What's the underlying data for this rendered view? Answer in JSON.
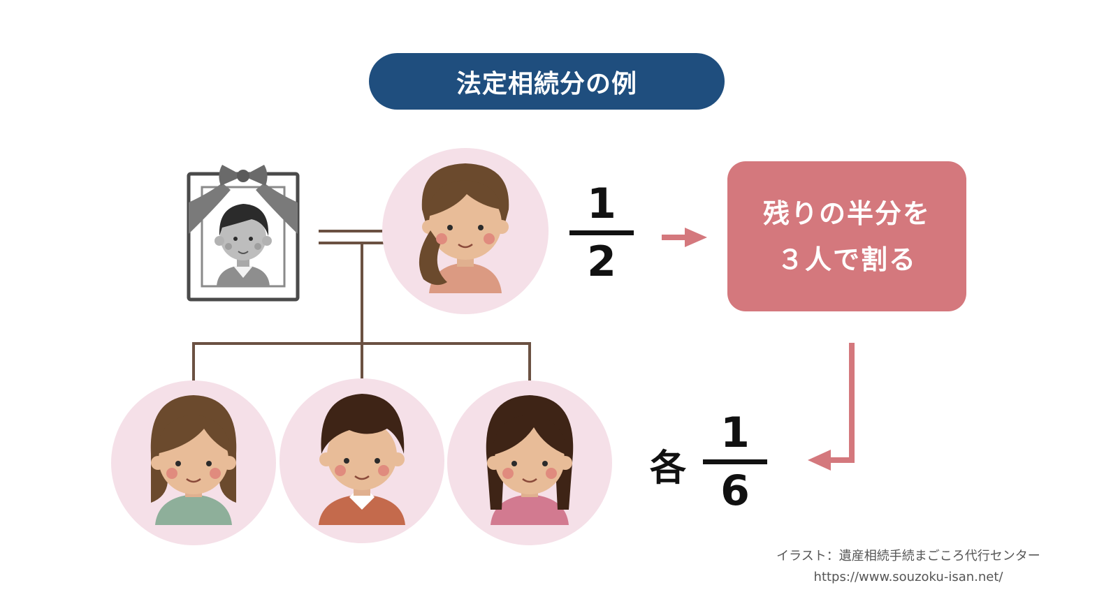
{
  "title": "法定相続分の例",
  "spouse_share": {
    "numerator": "1",
    "denominator": "2"
  },
  "note": {
    "line1": "残りの半分を",
    "line2": "３人で割る"
  },
  "children_share": {
    "prefix": "各",
    "numerator": "1",
    "denominator": "6"
  },
  "credit": {
    "line1": "イラスト：遺産相続手続まごころ代行センター",
    "line2": "https://www.souzoku-isan.net/"
  },
  "colors": {
    "title_bg": "#1f4e7e",
    "note_bg": "#d4787d",
    "arrow": "#d4787d",
    "connector": "#6b5142",
    "circle_bg": "#f5e0e8"
  }
}
